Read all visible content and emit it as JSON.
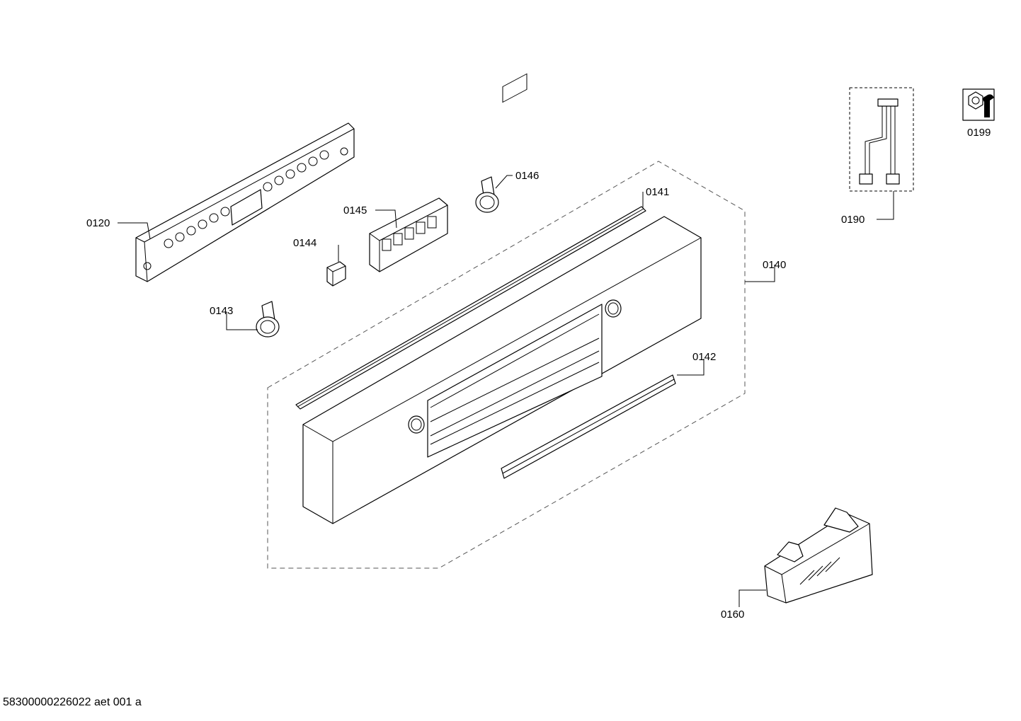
{
  "diagram": {
    "labels": {
      "p0120": "0120",
      "p0140": "0140",
      "p0141": "0141",
      "p0142": "0142",
      "p0143": "0143",
      "p0144": "0144",
      "p0145": "0145",
      "p0146": "0146",
      "p0160": "0160",
      "p0190": "0190",
      "p0199": "0199"
    },
    "footer": "58300000226022 aet 001 a"
  }
}
